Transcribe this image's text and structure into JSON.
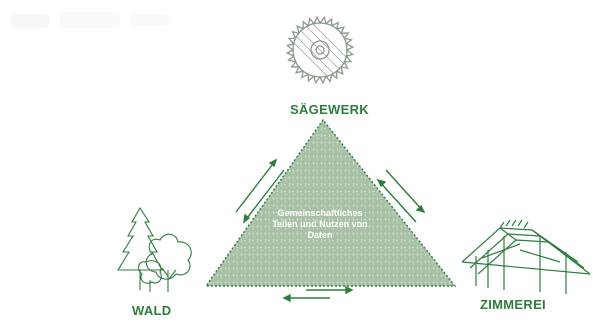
{
  "colors": {
    "primary_green": "#2f7d3d",
    "triangle_fill": "#a9c2a7",
    "triangle_pattern": "#cfdccc",
    "icon_grey": "#8a9b8a",
    "text_white": "#ffffff"
  },
  "nodes": {
    "saegewerk": {
      "label": "SÄGEWERK",
      "icon": "saw-blade-icon"
    },
    "wald": {
      "label": "WALD",
      "icon": "forest-trees-icon"
    },
    "zimmerei": {
      "label": "ZIMMEREI",
      "icon": "roof-truss-icon"
    }
  },
  "center": {
    "lines": [
      "Gemeinschaftliches",
      "Teilen und Nutzen von",
      "Daten"
    ]
  },
  "arrows": [
    "bidirectional-left-edge",
    "bidirectional-right-edge",
    "bidirectional-bottom-edge"
  ]
}
